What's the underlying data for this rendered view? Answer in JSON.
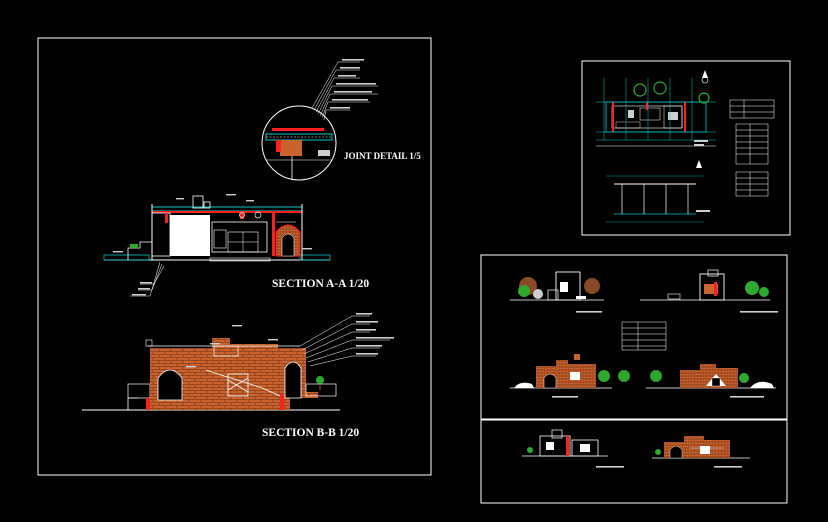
{
  "sheet_main": {
    "section_aa_title": "SECTION A-A  1/20",
    "section_bb_title": "SECTION B-B  1/20",
    "joint_detail_title": "JOINT DETAIL  1/5"
  },
  "colors": {
    "background": "#000000",
    "frame": "#ffffff",
    "brick": "#c8632e",
    "cyan": "#00c8c8",
    "red": "#ff2020",
    "green": "#2fa82f",
    "brown_tree": "#8a4a26"
  }
}
